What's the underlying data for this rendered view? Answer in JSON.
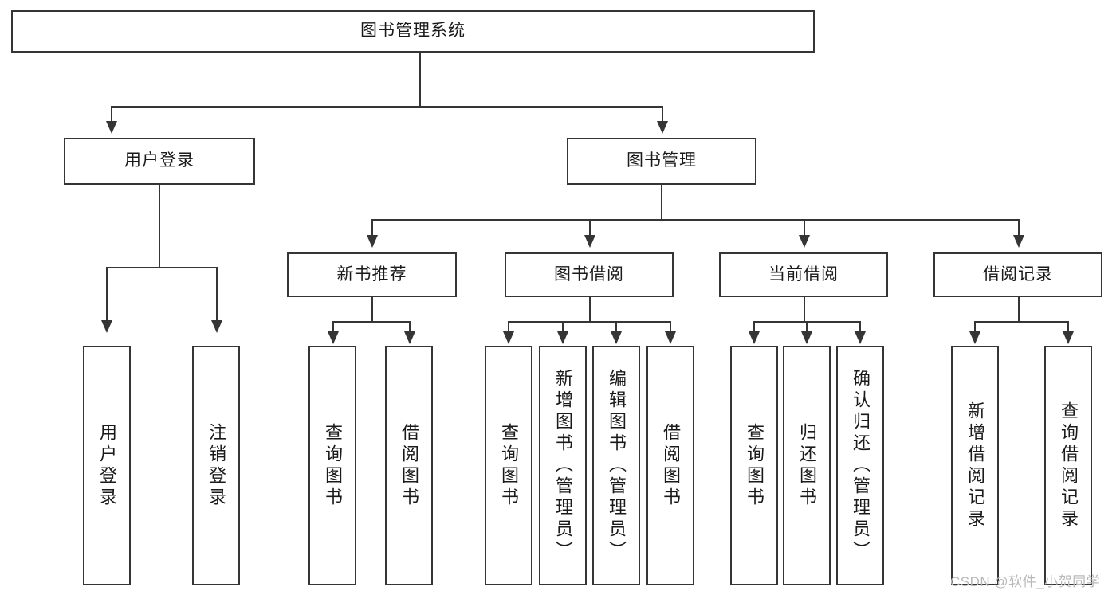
{
  "diagram": {
    "title": "图书管理系统",
    "watermark": "CSDN @软件_小贺同学",
    "levels": {
      "root": {
        "label": "图书管理系统"
      },
      "level2": [
        {
          "label": "用户登录"
        },
        {
          "label": "图书管理"
        }
      ],
      "level3": [
        {
          "label": "新书推荐"
        },
        {
          "label": "图书借阅"
        },
        {
          "label": "当前借阅"
        },
        {
          "label": "借阅记录"
        }
      ],
      "leaves": {
        "user_login": [
          {
            "label": "用户登录"
          },
          {
            "label": "注销登录"
          }
        ],
        "new_book_recommend": [
          {
            "label": "查询图书"
          },
          {
            "label": "借阅图书"
          }
        ],
        "book_borrow": [
          {
            "label": "查询图书"
          },
          {
            "label": "新增图书（管理员）"
          },
          {
            "label": "编辑图书（管理员）"
          },
          {
            "label": "借阅图书"
          }
        ],
        "current_borrow": [
          {
            "label": "查询图书"
          },
          {
            "label": "归还图书"
          },
          {
            "label": "确认归还（管理员）"
          }
        ],
        "borrow_record": [
          {
            "label": "新增借阅记录"
          },
          {
            "label": "查询借阅记录"
          }
        ]
      }
    },
    "colors": {
      "stroke": "#353535",
      "fill": "#ffffff",
      "text": "#1a1a1a",
      "watermark": "#b9b9b9"
    }
  }
}
